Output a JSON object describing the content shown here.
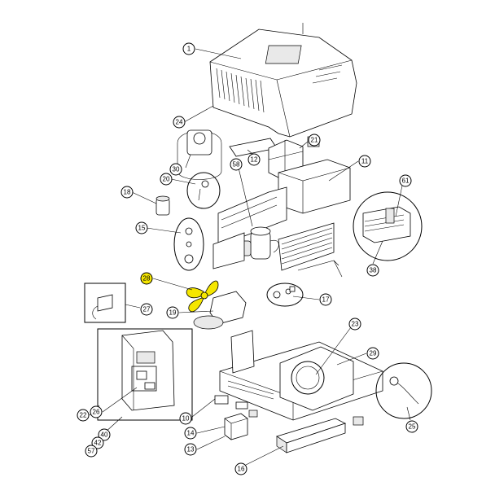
{
  "diagram": {
    "highlight_color": "#f5e600",
    "highlighted_part": "28",
    "callouts": [
      {
        "id": "c1",
        "label": "1"
      },
      {
        "id": "c24",
        "label": "24"
      },
      {
        "id": "c30",
        "label": "30"
      },
      {
        "id": "c12",
        "label": "12"
      },
      {
        "id": "c21",
        "label": "21"
      },
      {
        "id": "c58",
        "label": "58"
      },
      {
        "id": "c11",
        "label": "11"
      },
      {
        "id": "c20",
        "label": "20"
      },
      {
        "id": "c18",
        "label": "18"
      },
      {
        "id": "c61",
        "label": "61"
      },
      {
        "id": "c15",
        "label": "15"
      },
      {
        "id": "c38",
        "label": "38"
      },
      {
        "id": "c28",
        "label": "28"
      },
      {
        "id": "c17",
        "label": "17"
      },
      {
        "id": "c27",
        "label": "27"
      },
      {
        "id": "c19",
        "label": "19"
      },
      {
        "id": "c23",
        "label": "23"
      },
      {
        "id": "c29",
        "label": "29"
      },
      {
        "id": "c22",
        "label": "22"
      },
      {
        "id": "c26",
        "label": "26"
      },
      {
        "id": "c10",
        "label": "10"
      },
      {
        "id": "c40",
        "label": "40"
      },
      {
        "id": "c42",
        "label": "42"
      },
      {
        "id": "c57",
        "label": "57"
      },
      {
        "id": "c14",
        "label": "14"
      },
      {
        "id": "c13",
        "label": "13"
      },
      {
        "id": "c25",
        "label": "25"
      },
      {
        "id": "c16",
        "label": "16"
      }
    ]
  }
}
